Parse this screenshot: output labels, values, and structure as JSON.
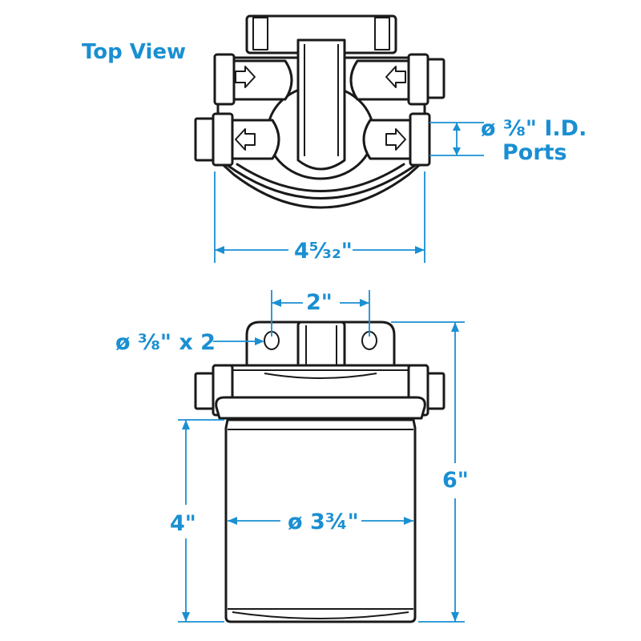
{
  "title": "Top View",
  "labels": {
    "ports_line1": "ø ⅜\" I.D.",
    "ports_line2": "Ports",
    "width": "4⁵⁄₃₂\"",
    "mount_spacing": "2\"",
    "mount_holes": "ø ⅜\" x 2",
    "overall_height": "6\"",
    "body_height": "4\"",
    "body_diameter": "ø 3¾\""
  },
  "colors": {
    "dimension": "#1a8fd2",
    "outline": "#1a1a1a",
    "background": "#ffffff"
  }
}
